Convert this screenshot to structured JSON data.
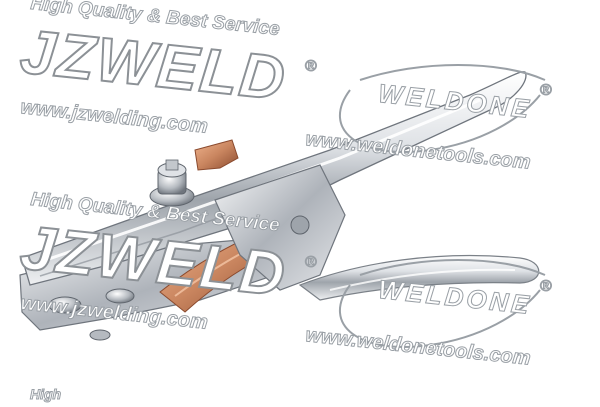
{
  "watermarks": {
    "tagline_1": "High Quality & Best Service",
    "logo_1": "JZWELD",
    "reg_1": "®",
    "url_1": "www.jzwelding.com",
    "tagline_2": "High Quality & Best Service",
    "logo_2": "JZWELD",
    "reg_2": "®",
    "url_2": "www.jzwelding.com",
    "brand_1": "WELDONE",
    "brand_reg_1": "®",
    "brand_url_1": "www.weldonetools.com",
    "brand_2": "WELDONE",
    "brand_reg_2": "®",
    "brand_url_2": "www.weldonetools.com",
    "bottom_fragment": "High"
  },
  "colors": {
    "steel_light": "#f2f3f5",
    "steel_mid": "#b9bec5",
    "steel_dark": "#6f757d",
    "copper": "#c9855f",
    "copper_dark": "#8a4a2e",
    "watermark_outline": "#9aa0a6"
  }
}
